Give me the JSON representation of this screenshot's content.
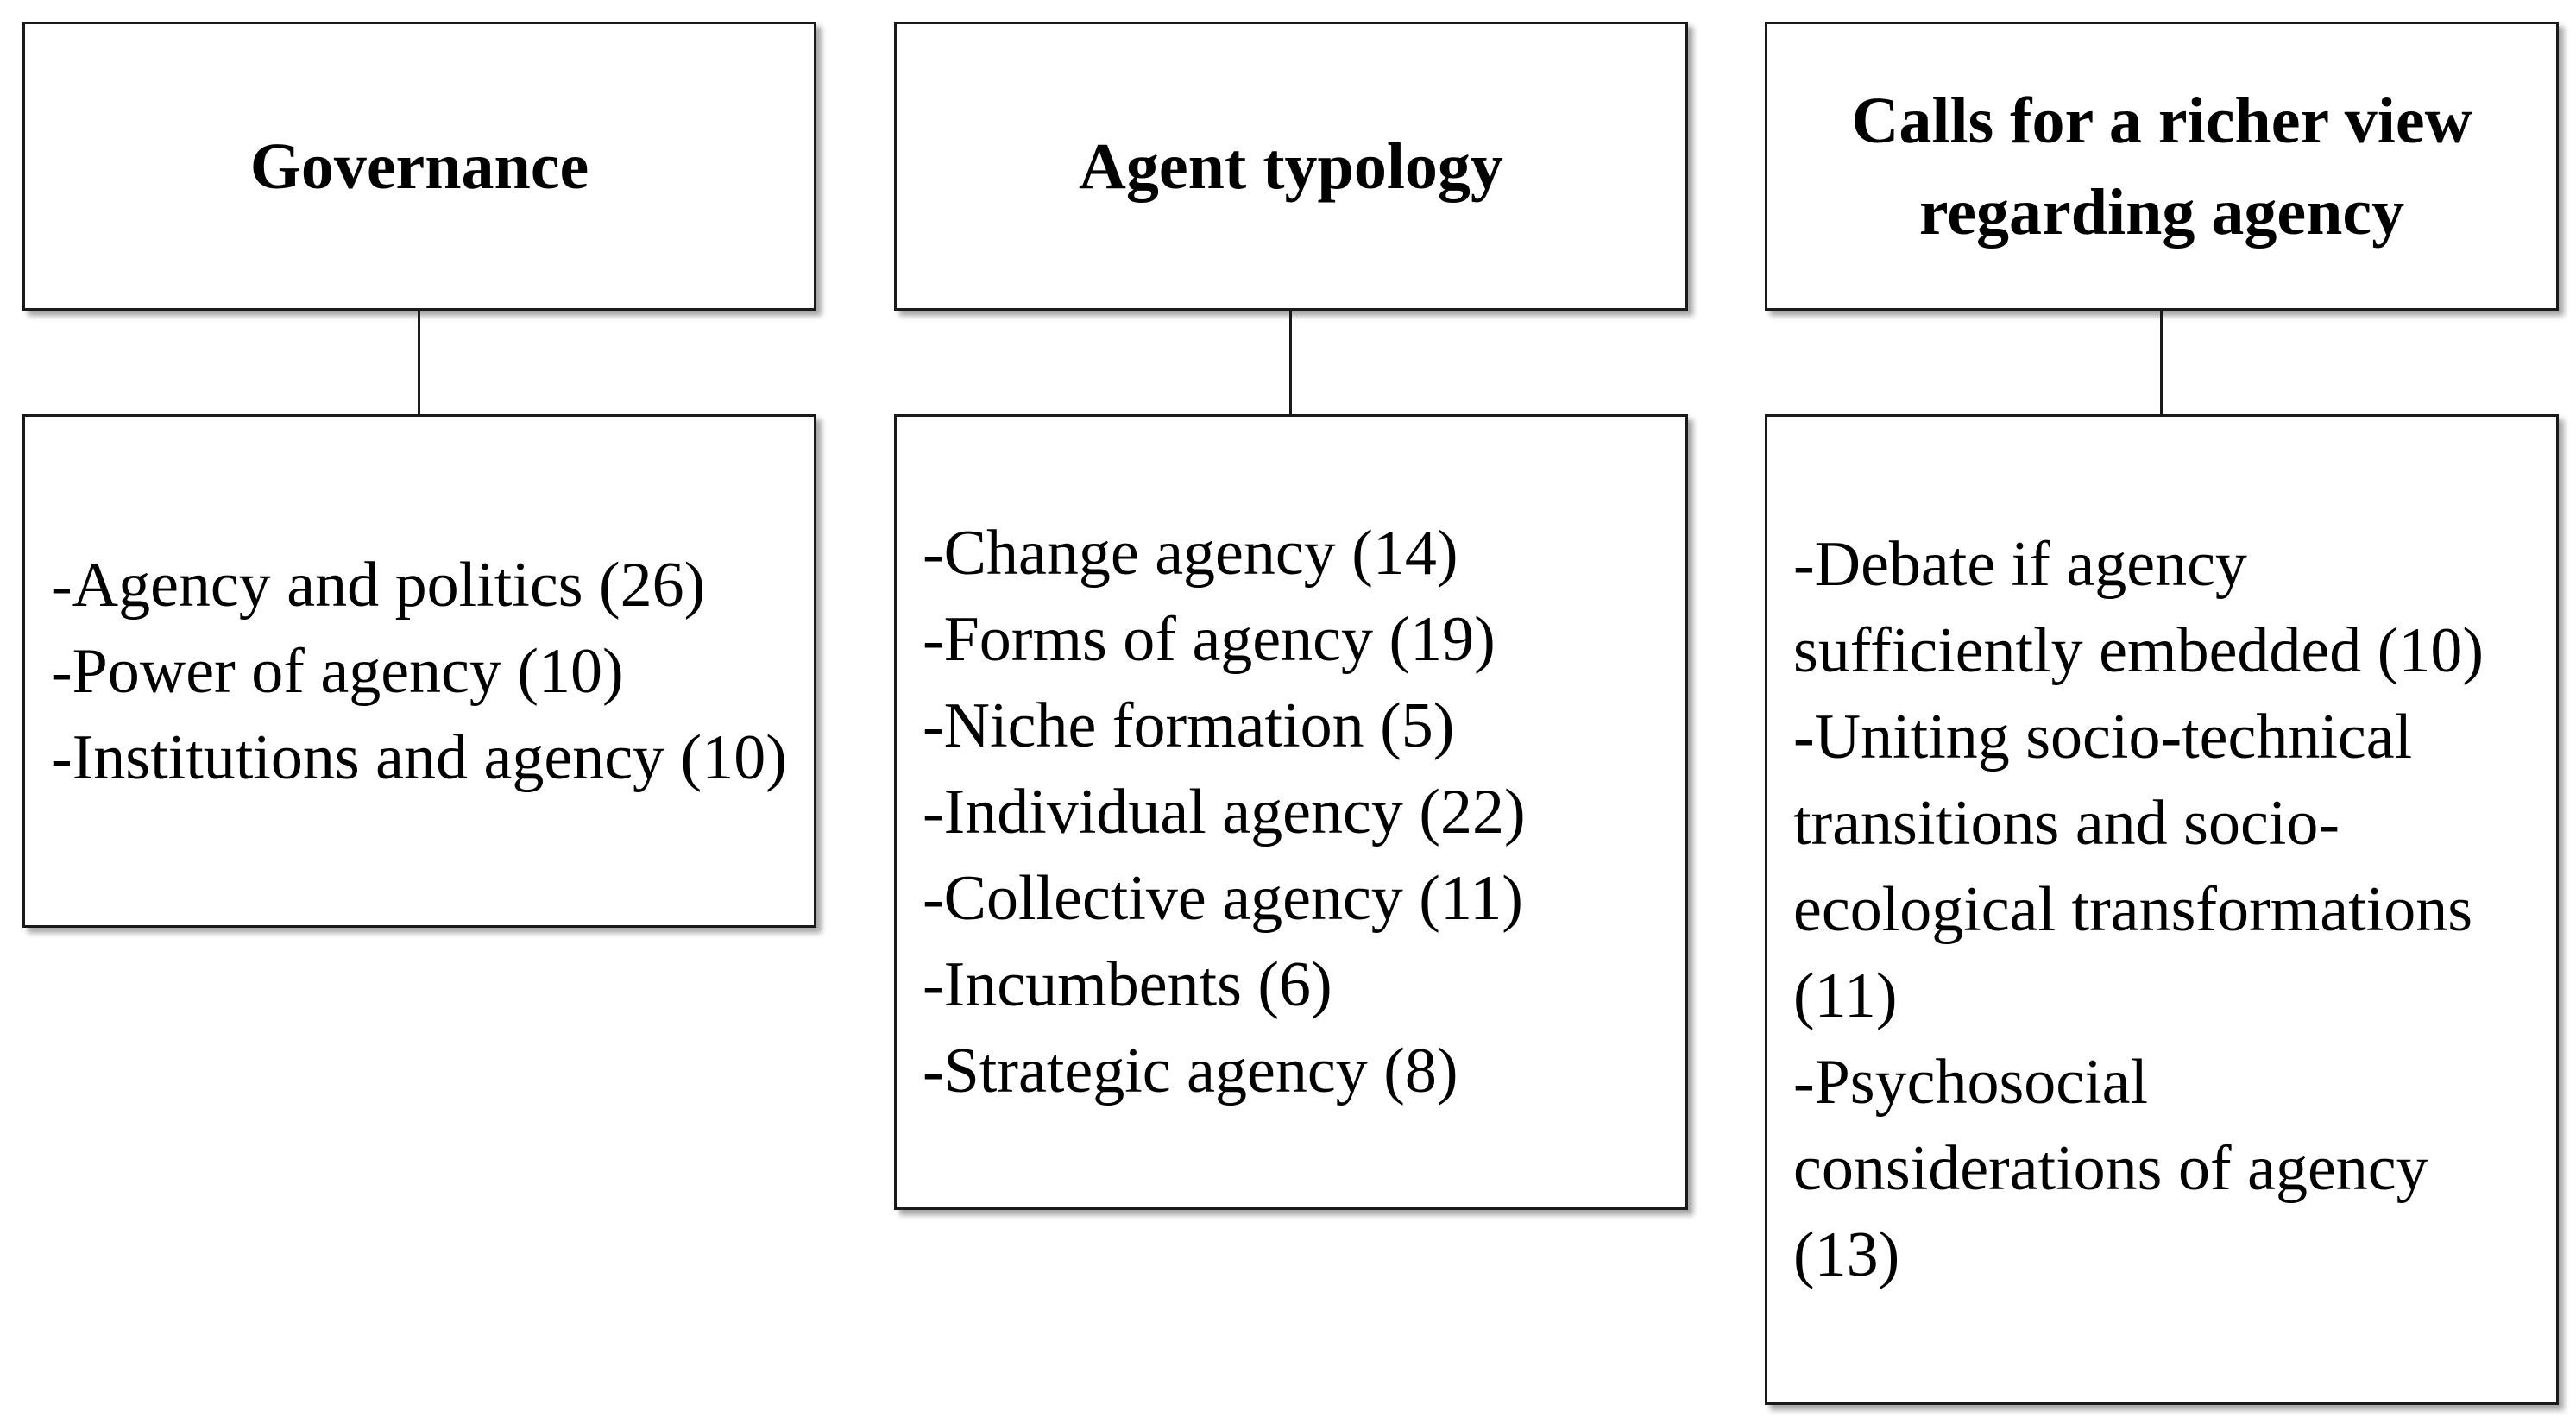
{
  "columns": [
    {
      "title": "Governance",
      "items": [
        "-Agency and politics (26)",
        "-Power of agency (10)",
        "-Institutions and agency (10)"
      ]
    },
    {
      "title": "Agent typology",
      "items": [
        "-Change agency (14)",
        "-Forms of agency (19)",
        "-Niche formation (5)",
        "-Individual agency (22)",
        "-Collective agency (11)",
        "-Incumbents (6)",
        "-Strategic agency (8)"
      ]
    },
    {
      "title": "Calls for a richer view regarding agency",
      "items": [
        "-Debate if agency sufficiently embedded (10)",
        "-Uniting socio-technical transitions and socio-ecological transformations (11)",
        "-Psychosocial considerations of agency (13)"
      ]
    }
  ]
}
